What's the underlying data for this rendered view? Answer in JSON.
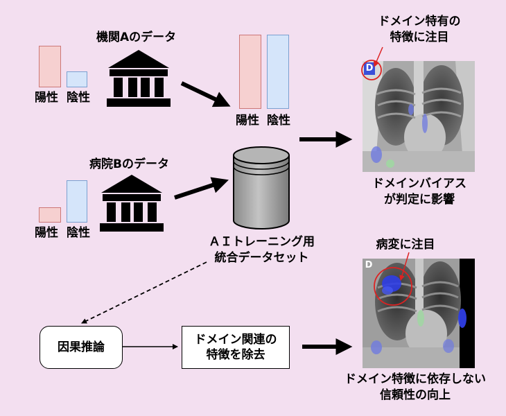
{
  "institution_a": {
    "title": "機関Aのデータ",
    "pos_label": "陽性",
    "neg_label": "陰性"
  },
  "hospital_b": {
    "title": "病院Bのデータ",
    "pos_label": "陽性",
    "neg_label": "陰性"
  },
  "merged": {
    "pos_label": "陽性",
    "neg_label": "陰性"
  },
  "dataset": {
    "line1": "ＡＩトレーニング用",
    "line2": "統合データセット"
  },
  "top_xray": {
    "caption_top_1": "ドメイン特有の",
    "caption_top_2": "特徴に注目",
    "badge": "D",
    "caption_bottom_1": "ドメインバイアス",
    "caption_bottom_2": "が判定に影響"
  },
  "bottom_xray": {
    "caption_top": "病変に注目",
    "badge": "D",
    "caption_bottom_1": "ドメイン特徴に依存しない",
    "caption_bottom_2": "信頼性の向上"
  },
  "causal_box": {
    "label": "因果推論"
  },
  "remove_box": {
    "line1": "ドメイン関連の",
    "line2": "特徴を除去"
  },
  "colors": {
    "positive": "#f6d0d0",
    "negative": "#d5e5fa",
    "background": "#f3dff0",
    "highlight": "#dd2222"
  }
}
